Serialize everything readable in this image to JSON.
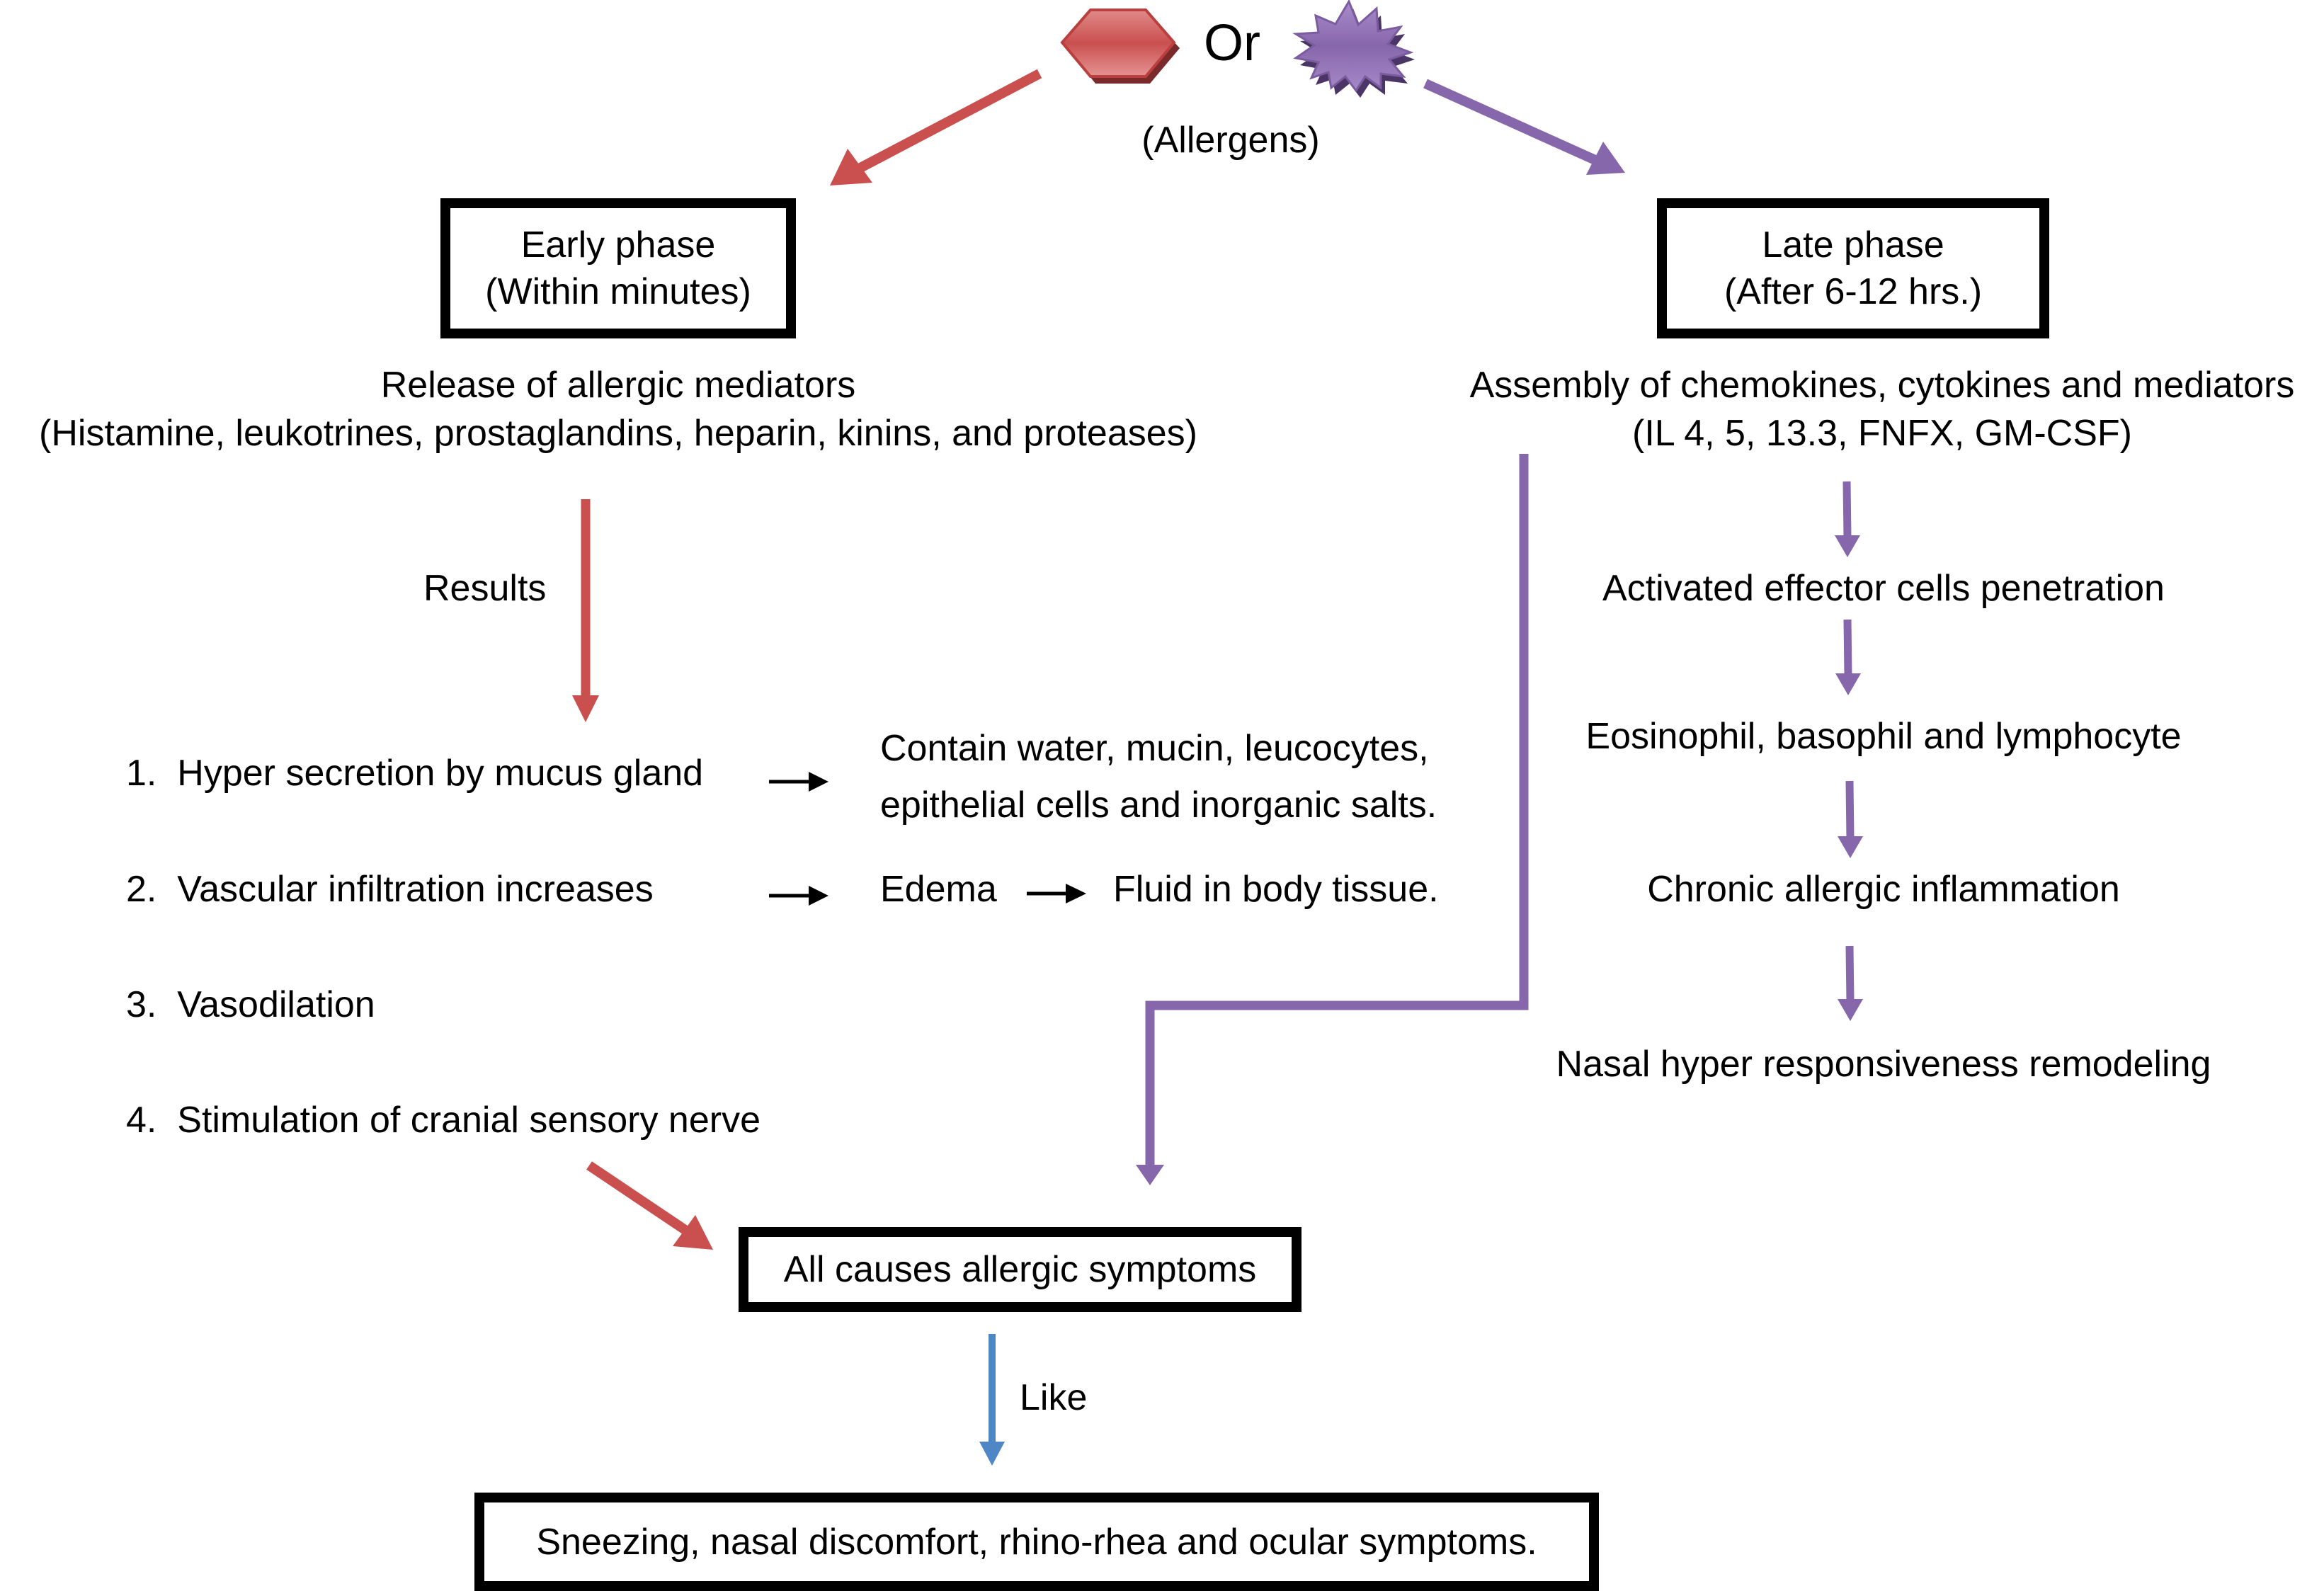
{
  "colors": {
    "early_arrow": "#c9504f",
    "late_arrow": "#8767ab",
    "outcome_arrow": "#4f86c6",
    "text": "#000000",
    "box_border": "#000000"
  },
  "allergens": {
    "shape_left": "hexagon-icon",
    "connector": "Or",
    "shape_right": "starburst-icon",
    "label": "(Allergens)"
  },
  "early_phase": {
    "box_title": "Early phase",
    "box_subtitle": "(Within minutes)",
    "description_line1": "Release of allergic mediators",
    "description_line2": "(Histamine, leukotrines, prostaglandins, heparin, kinins, and proteases)",
    "results_label": "Results",
    "effects": [
      {
        "number": "1.",
        "text": "Hyper secretion by mucus gland"
      },
      {
        "number": "2.",
        "text": "Vascular infiltration increases"
      },
      {
        "number": "3.",
        "text": "Vasodilation"
      },
      {
        "number": "4.",
        "text": "Stimulation of cranial sensory nerve"
      }
    ],
    "mucus_detail_line1": "Contain water, mucin, leucocytes,",
    "mucus_detail_line2": "epithelial cells and inorganic salts.",
    "edema_label": "Edema",
    "edema_detail": "Fluid in body tissue."
  },
  "late_phase": {
    "box_title": "Late phase",
    "box_subtitle": "(After 6-12 hrs.)",
    "description_line1": "Assembly of chemokines, cytokines and mediators",
    "description_line2": "(IL 4, 5, 13.3, FNFX, GM-CSF)",
    "steps": [
      "Activated effector cells penetration",
      "Eosinophil, basophil and lymphocyte",
      "Chronic allergic inflammation",
      "Nasal hyper responsiveness remodeling"
    ]
  },
  "outcome": {
    "box_text": "All causes allergic symptoms",
    "link_label": "Like",
    "symptoms_text": "Sneezing, nasal discomfort, rhino-rhea and ocular symptoms."
  }
}
